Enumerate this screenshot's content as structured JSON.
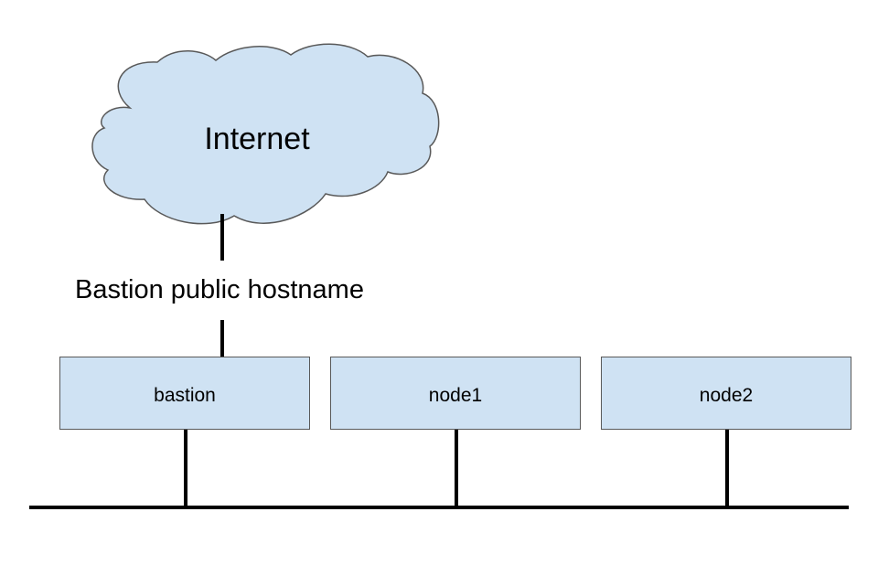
{
  "diagram": {
    "cloud_label": "Internet",
    "connection_label": "Bastion public hostname",
    "nodes": [
      {
        "label": "bastion"
      },
      {
        "label": "node1"
      },
      {
        "label": "node2"
      }
    ]
  },
  "colors": {
    "box_fill": "#cfe2f3",
    "stroke": "#000000",
    "cloud_stroke": "#595959"
  }
}
